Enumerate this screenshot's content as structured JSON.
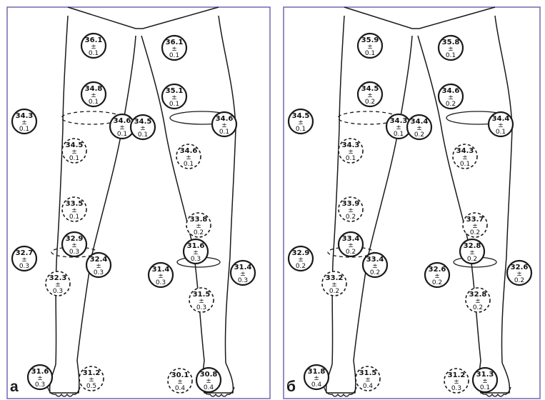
{
  "colors": {
    "frame": "#6b5aa8",
    "ink": "#1a1a1a",
    "paper": "#ffffff"
  },
  "panels": [
    {
      "letter": "а",
      "readings": [
        {
          "value": "36.1",
          "err": "0.1",
          "style": "solid"
        },
        {
          "value": "34.8",
          "err": "0.1",
          "style": "solid"
        },
        {
          "value": "34.3",
          "err": "0.1",
          "style": "solid"
        },
        {
          "value": "34.6",
          "err": "0.1",
          "style": "solid"
        },
        {
          "value": "34.5",
          "err": "0.1",
          "style": "dashed"
        },
        {
          "value": "33.5",
          "err": "0.1",
          "style": "dashed"
        },
        {
          "value": "32.9",
          "err": "0.3",
          "style": "solid"
        },
        {
          "value": "32.7",
          "err": "0.3",
          "style": "solid"
        },
        {
          "value": "32.4",
          "err": "0.3",
          "style": "solid"
        },
        {
          "value": "32.3",
          "err": "0.3",
          "style": "dashed"
        },
        {
          "value": "31.6",
          "err": "0.3",
          "style": "solid"
        },
        {
          "value": "31.2",
          "err": "0.5",
          "style": "dashed"
        },
        {
          "value": "36.1",
          "err": "0.1",
          "style": "solid"
        },
        {
          "value": "35.1",
          "err": "0.1",
          "style": "solid"
        },
        {
          "value": "34.5",
          "err": "0.1",
          "style": "solid"
        },
        {
          "value": "34.6",
          "err": "0.1",
          "style": "solid"
        },
        {
          "value": "34.6",
          "err": "0.1",
          "style": "dashed"
        },
        {
          "value": "33.8",
          "err": "0.2",
          "style": "dashed"
        },
        {
          "value": "31.6",
          "err": "0.3",
          "style": "solid"
        },
        {
          "value": "31.4",
          "err": "0.3",
          "style": "solid"
        },
        {
          "value": "31.4",
          "err": "0.3",
          "style": "solid"
        },
        {
          "value": "31.5",
          "err": "0.3",
          "style": "dashed"
        },
        {
          "value": "30.1",
          "err": "0.4",
          "style": "dashed"
        },
        {
          "value": "30.8",
          "err": "0.4",
          "style": "solid"
        }
      ]
    },
    {
      "letter": "б",
      "readings": [
        {
          "value": "35.9",
          "err": "0.1",
          "style": "solid"
        },
        {
          "value": "34.5",
          "err": "0.2",
          "style": "solid"
        },
        {
          "value": "34.5",
          "err": "0.1",
          "style": "solid"
        },
        {
          "value": "34.3",
          "err": "0.1",
          "style": "solid"
        },
        {
          "value": "34.3",
          "err": "0.1",
          "style": "dashed"
        },
        {
          "value": "33.9",
          "err": "0.2",
          "style": "dashed"
        },
        {
          "value": "33.4",
          "err": "0.2",
          "style": "solid"
        },
        {
          "value": "32.9",
          "err": "0.2",
          "style": "solid"
        },
        {
          "value": "33.4",
          "err": "0.2",
          "style": "solid"
        },
        {
          "value": "33.2",
          "err": "0.2",
          "style": "dashed"
        },
        {
          "value": "31.8",
          "err": "0.4",
          "style": "solid"
        },
        {
          "value": "31.5",
          "err": "0.4",
          "style": "dashed"
        },
        {
          "value": "35.8",
          "err": "0.1",
          "style": "solid"
        },
        {
          "value": "34.6",
          "err": "0.2",
          "style": "solid"
        },
        {
          "value": "34.4",
          "err": "0.2",
          "style": "solid"
        },
        {
          "value": "34.4",
          "err": "0.1",
          "style": "solid"
        },
        {
          "value": "34.3",
          "err": "0.1",
          "style": "dashed"
        },
        {
          "value": "33.7",
          "err": "0.2",
          "style": "dashed"
        },
        {
          "value": "32.8",
          "err": "0.2",
          "style": "solid"
        },
        {
          "value": "32.6",
          "err": "0.2",
          "style": "solid"
        },
        {
          "value": "32.6",
          "err": "0.2",
          "style": "solid"
        },
        {
          "value": "32.8",
          "err": "0.2",
          "style": "dashed"
        },
        {
          "value": "31.2",
          "err": "0.3",
          "style": "dashed"
        },
        {
          "value": "31.3",
          "err": "0.1",
          "style": "solid"
        }
      ]
    }
  ]
}
